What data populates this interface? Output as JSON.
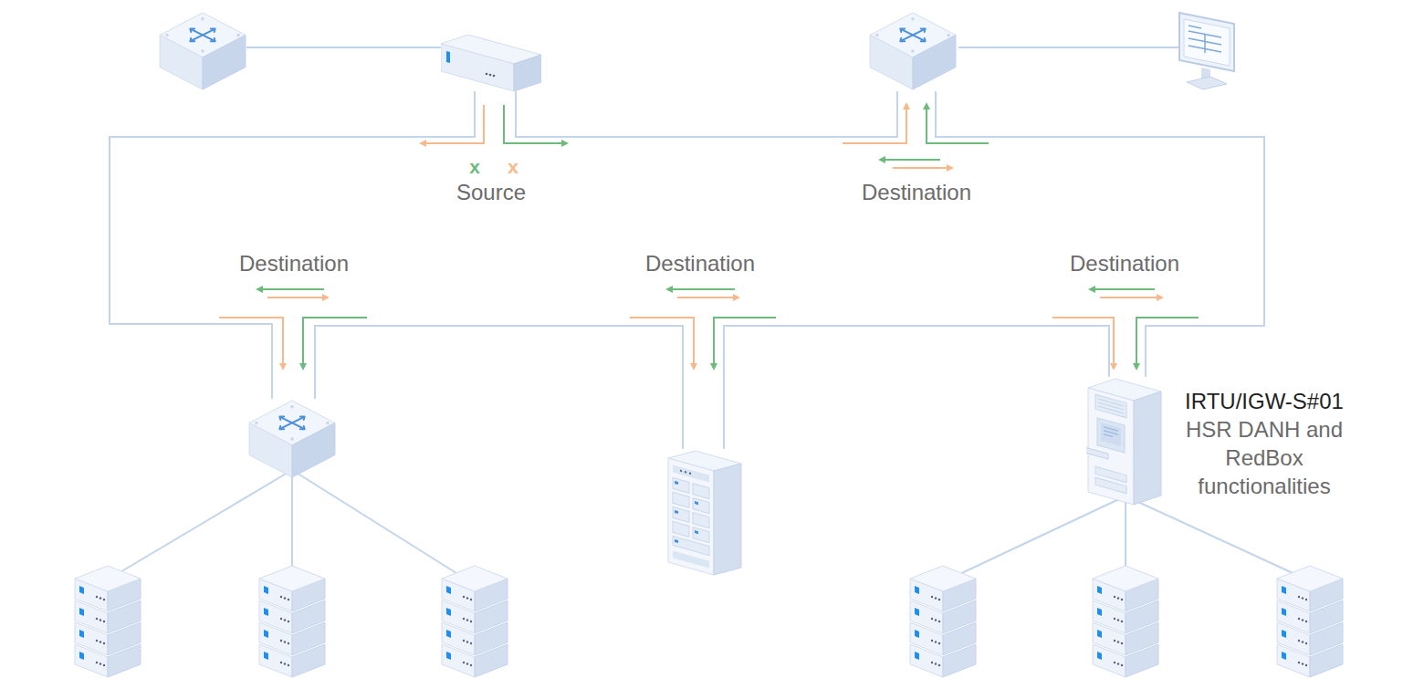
{
  "diagram": {
    "nodes": [
      {
        "text": [
          "Source"
        ]
      },
      {
        "text": [
          "Destination"
        ]
      },
      {
        "text": [
          "Destination"
        ]
      },
      {
        "text": [
          "Destination"
        ]
      },
      {
        "text": [
          "Destination",
          "IRTU/IGW-S#01",
          "HSR DANH and RedBox functionalities"
        ]
      }
    ],
    "edges": [
      {
        "from": 0,
        "to": 1,
        "arrow": "none"
      },
      {
        "from": 1,
        "to": 4,
        "arrow": "none"
      },
      {
        "from": 4,
        "to": 3,
        "arrow": "none"
      },
      {
        "from": 3,
        "to": 2,
        "arrow": "none"
      },
      {
        "from": 2,
        "to": 0,
        "arrow": "none"
      }
    ],
    "labels": [
      "x",
      "x"
    ]
  }
}
